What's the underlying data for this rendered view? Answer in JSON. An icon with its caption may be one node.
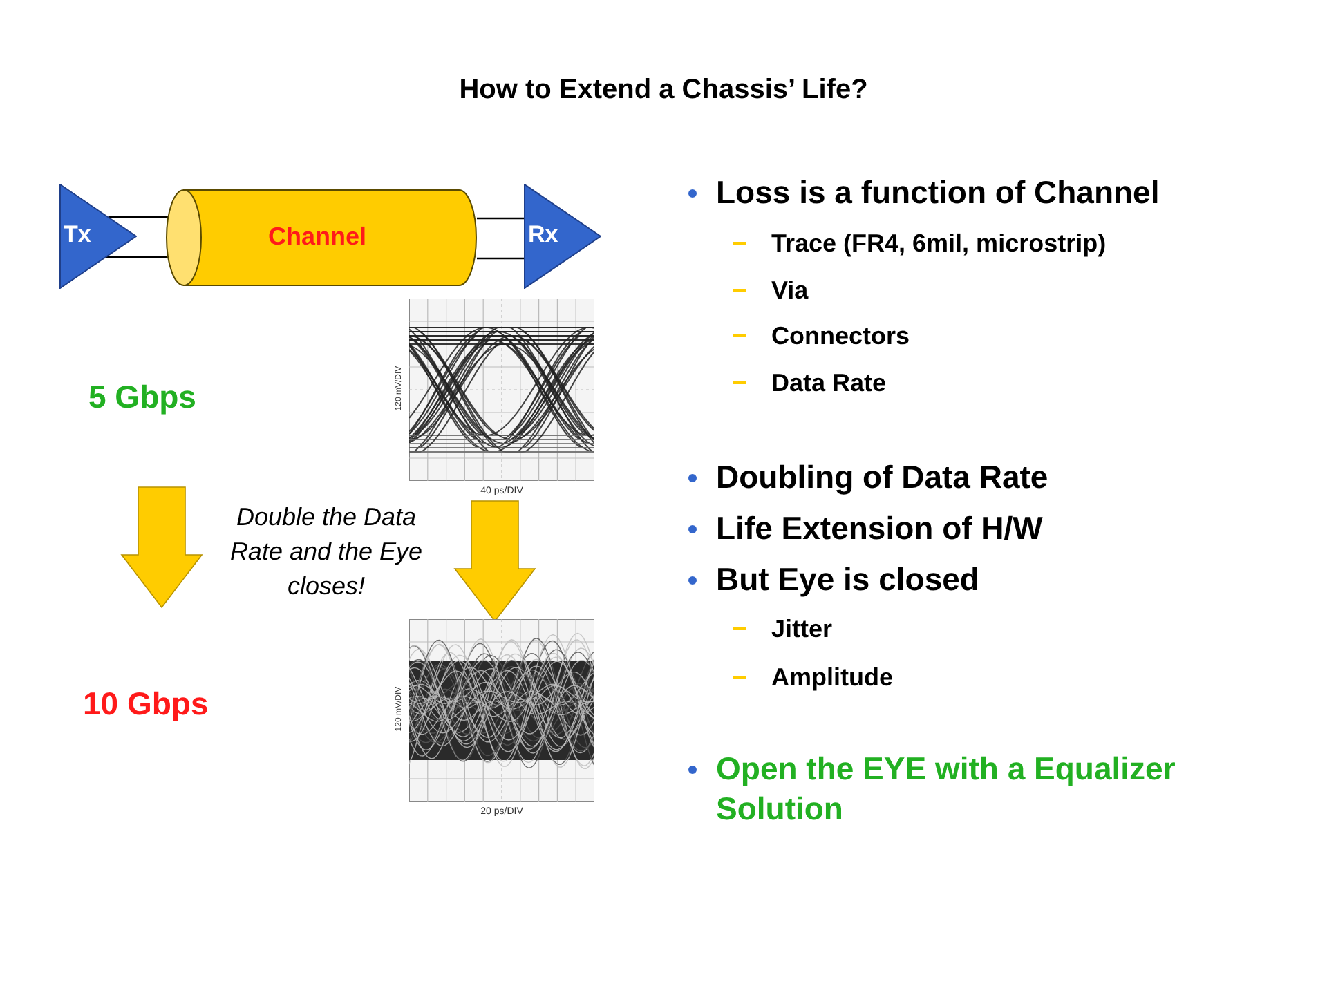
{
  "diagram": {
    "title": "How to Extend a Chassis’ Life?",
    "nodes": [
      {
        "text": [
          "Tx"
        ]
      },
      {
        "text": [
          "Channel"
        ]
      },
      {
        "text": [
          "Rx"
        ]
      },
      {
        "text": [
          "5 Gbps"
        ]
      },
      {
        "text": [
          "120 mV/DIV",
          "40 ps/DIV"
        ]
      },
      {
        "text": [
          "10 Gbps"
        ]
      },
      {
        "text": [
          "120 mV/DIV",
          "20 ps/DIV"
        ]
      }
    ],
    "edges": [
      {
        "from": 0,
        "to": 1,
        "arrow": "none"
      },
      {
        "from": 0,
        "to": 1,
        "arrow": "none"
      },
      {
        "from": 1,
        "to": 2,
        "arrow": "none"
      },
      {
        "from": 1,
        "to": 2,
        "arrow": "none"
      },
      {
        "from": 3,
        "to": 5,
        "arrow": "to",
        "style": "thick",
        "color": "#ffcc00"
      },
      {
        "from": 4,
        "to": 6,
        "arrow": "to",
        "style": "thick",
        "color": "#ffcc00"
      }
    ],
    "labels": [
      "Double the Data Rate and the Eye closes!",
      "Loss is a function of Channel",
      "Trace (FR4, 6mil, microstrip)",
      "Via",
      "Connectors",
      "Data Rate",
      "Doubling of Data Rate",
      "Life Extension of H/W",
      "But Eye is closed",
      "Jitter",
      "Amplitude",
      "Open the EYE with a Equalizer Solution"
    ]
  }
}
